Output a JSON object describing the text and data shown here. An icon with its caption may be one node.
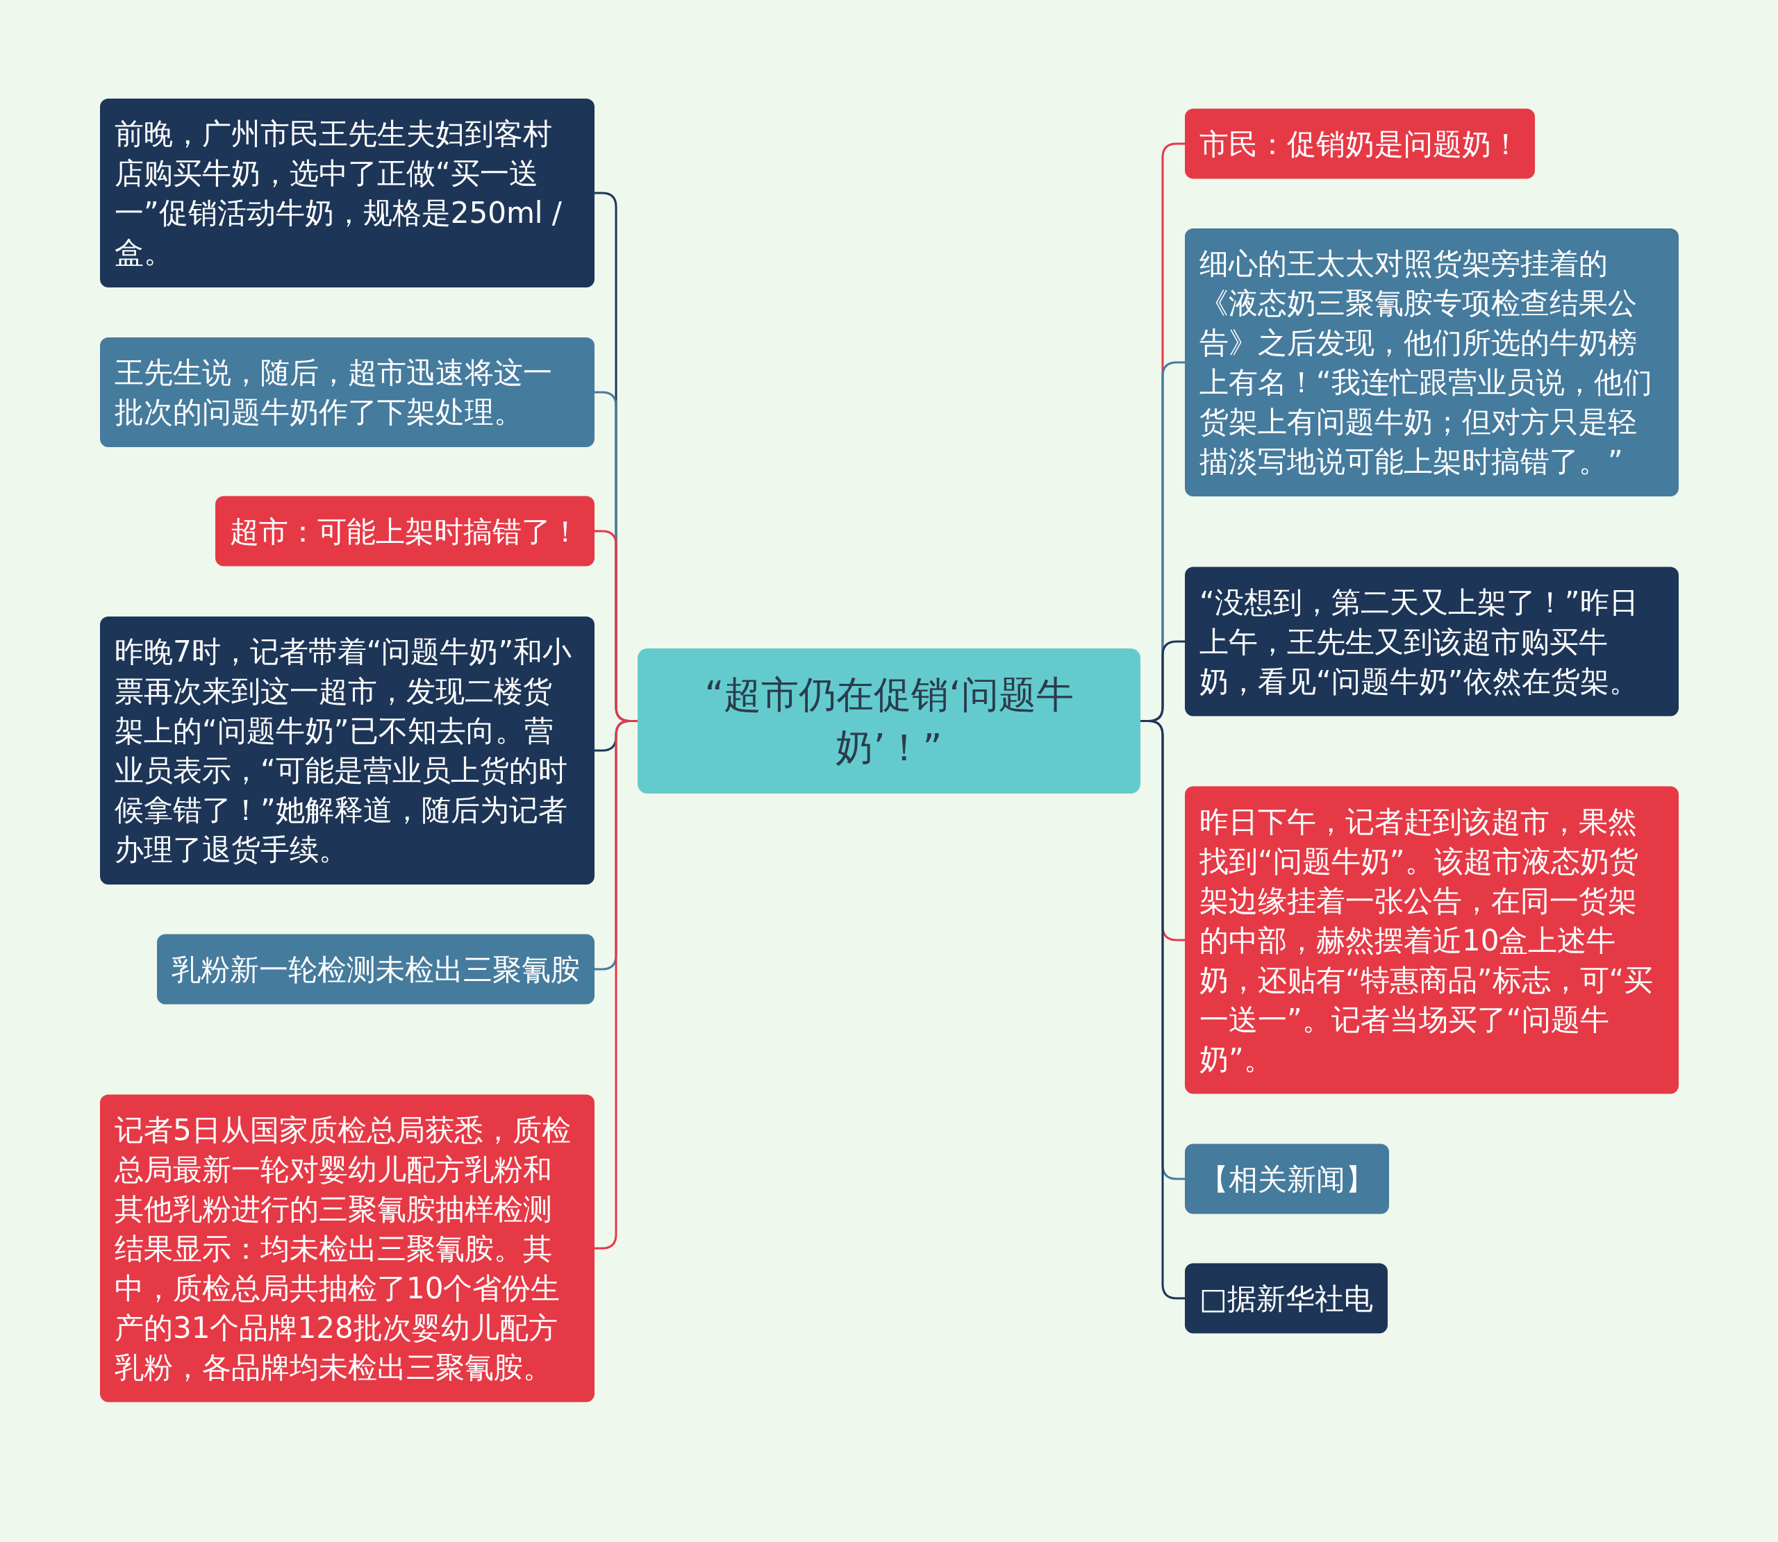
{
  "diagram": {
    "nodes": [
      {
        "text": [
          "“超市仍在促销‘问题牛奶’！”"
        ]
      },
      {
        "text": [
          "前晚，广州市民王先生夫妇到客村店购买牛奶，选中了正做“买一送一”促销活动牛奶，规格是250ml / 盒。"
        ]
      },
      {
        "text": [
          "王先生说，随后，超市迅速将这一批次的问题牛奶作了下架处理。"
        ]
      },
      {
        "text": [
          "超市：可能上架时搞错了！"
        ]
      },
      {
        "text": [
          "昨晚7时，记者带着“问题牛奶”和小票再次来到这一超市，发现二楼货架上的“问题牛奶”已不知去向。营业员表示，“可能是营业员上货的时候拿错了！”她解释道，随后为记者办理了退货手续。"
        ]
      },
      {
        "text": [
          "乳粉新一轮检测未检出三聚氰胺"
        ]
      },
      {
        "text": [
          "记者5日从国家质检总局获悉，质检总局最新一轮对婴幼儿配方乳粉和其他乳粉进行的三聚氰胺抽样检测结果显示：均未检出三聚氰胺。其中，质检总局共抽检了10个省份生产的31个品牌128批次婴幼儿配方乳粉，各品牌均未检出三聚氰胺。"
        ]
      },
      {
        "text": [
          "市民：促销奶是问题奶！"
        ]
      },
      {
        "text": [
          "细心的王太太对照货架旁挂着的《液态奶三聚氰胺专项检查结果公告》之后发现，他们所选的牛奶榜上有名！“我连忙跟营业员说，他们货架上有问题牛奶；但对方只是轻描淡写地说可能上架时搞错了。”"
        ]
      },
      {
        "text": [
          "“没想到，第二天又上架了！”昨日上午，王先生又到该超市购买牛奶，看见“问题牛奶”依然在货架。"
        ]
      },
      {
        "text": [
          "昨日下午，记者赶到该超市，果然找到“问题牛奶”。该超市液态奶货架边缘挂着一张公告，在同一货架的中部，赫然摆着近10盒上述牛奶，还贴有“特惠商品”标志，可“买一送一”。记者当场买了“问题牛奶”。"
        ]
      },
      {
        "text": [
          "【相关新闻】"
        ]
      },
      {
        "text": [
          "□据新华社电"
        ]
      }
    ],
    "edges": [
      {
        "from": 0,
        "to": 1,
        "arrow": "none",
        "color": "#1d3557"
      },
      {
        "from": 0,
        "to": 2,
        "arrow": "none",
        "color": "#457b9d"
      },
      {
        "from": 0,
        "to": 3,
        "arrow": "none",
        "color": "#e63946"
      },
      {
        "from": 0,
        "to": 4,
        "arrow": "none",
        "color": "#1d3557"
      },
      {
        "from": 0,
        "to": 5,
        "arrow": "none",
        "color": "#457b9d"
      },
      {
        "from": 0,
        "to": 6,
        "arrow": "none",
        "color": "#e63946"
      },
      {
        "from": 0,
        "to": 7,
        "arrow": "none",
        "color": "#e63946"
      },
      {
        "from": 0,
        "to": 8,
        "arrow": "none",
        "color": "#457b9d"
      },
      {
        "from": 0,
        "to": 9,
        "arrow": "none",
        "color": "#1d3557"
      },
      {
        "from": 0,
        "to": 10,
        "arrow": "none",
        "color": "#e63946"
      },
      {
        "from": 0,
        "to": 11,
        "arrow": "none",
        "color": "#457b9d"
      },
      {
        "from": 0,
        "to": 12,
        "arrow": "none",
        "color": "#1d3557"
      }
    ]
  }
}
